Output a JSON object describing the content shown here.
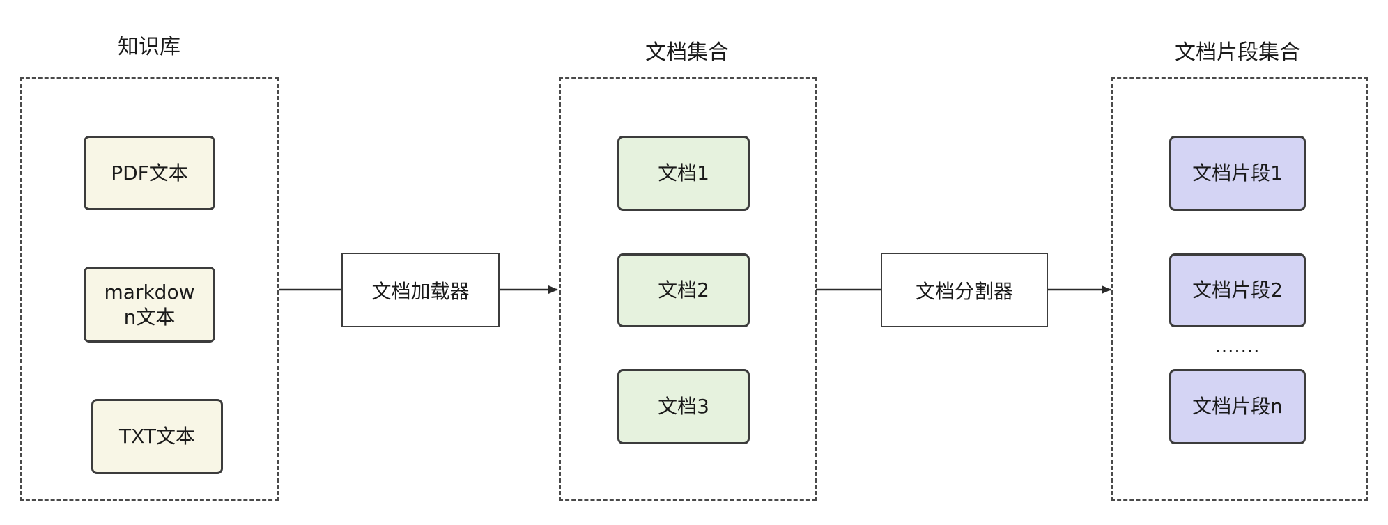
{
  "groups": {
    "knowledge_base": {
      "title": "知识库",
      "items": [
        "PDF文本",
        "markdow\nn文本",
        "TXT文本"
      ]
    },
    "document_set": {
      "title": "文档集合",
      "items": [
        "文档1",
        "文档2",
        "文档3"
      ]
    },
    "fragment_set": {
      "title": "文档片段集合",
      "items": [
        "文档片段1",
        "文档片段2",
        "文档片段n"
      ],
      "ellipsis": "......."
    }
  },
  "processors": {
    "loader": "文档加载器",
    "splitter": "文档分割器"
  },
  "colors": {
    "source_fill": "#f8f6e6",
    "document_fill": "#e6f2de",
    "fragment_fill": "#d4d4f4",
    "stroke": "#3c3c3c"
  }
}
